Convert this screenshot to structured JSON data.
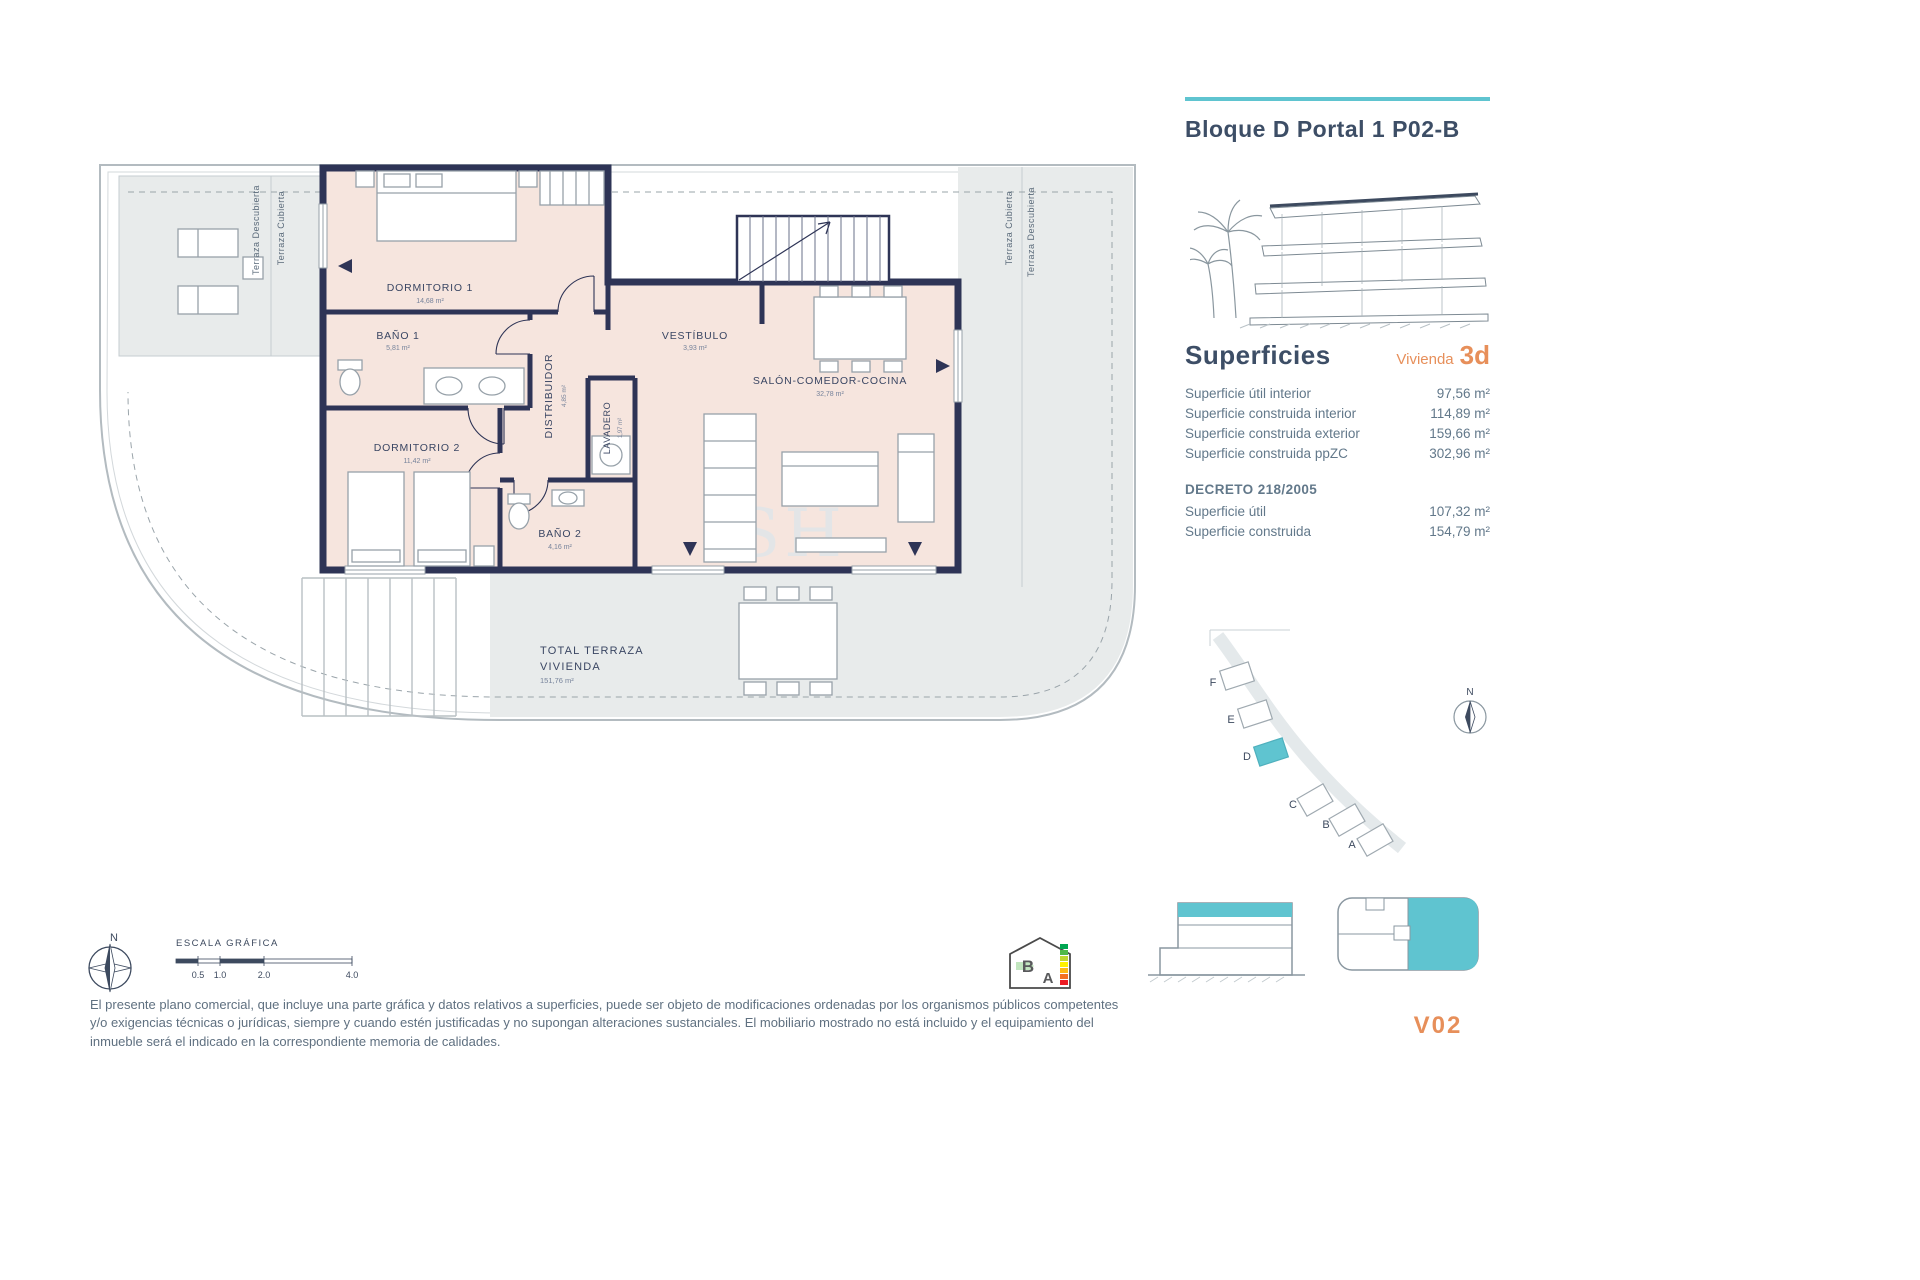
{
  "header": {
    "title": "Bloque D Portal 1 P02-B"
  },
  "superficies": {
    "heading": "Superficies",
    "vivienda_label": "Vivienda",
    "vivienda_type": "3d",
    "rows": [
      {
        "label": "Superficie útil interior",
        "value": "97,56 m²"
      },
      {
        "label": "Superficie construida interior",
        "value": "114,89 m²"
      },
      {
        "label": "Superficie construida exterior",
        "value": "159,66 m²"
      },
      {
        "label": "Superficie construida ppZC",
        "value": "302,96 m²"
      }
    ],
    "decreto": {
      "heading": "DECRETO 218/2005",
      "rows": [
        {
          "label": "Superficie útil",
          "value": "107,32 m²"
        },
        {
          "label": "Superficie construida",
          "value": "154,79 m²"
        }
      ]
    }
  },
  "floorplan": {
    "rooms": [
      {
        "name": "DORMITORIO 1",
        "area": "14,68 m²"
      },
      {
        "name": "BAÑO 1",
        "area": "5,81 m²"
      },
      {
        "name": "DORMITORIO 2",
        "area": "11,42 m²"
      },
      {
        "name": "BAÑO 2",
        "area": "4,16 m²"
      },
      {
        "name": "DISTRIBUIDOR",
        "area": "4,85 m²"
      },
      {
        "name": "LAVADERO",
        "area": "1,97 m²"
      },
      {
        "name": "VESTÍBULO",
        "area": "3,93 m²"
      },
      {
        "name": "SALÓN-COMEDOR-COCINA",
        "area": "32,78 m²"
      }
    ],
    "total_terraza": {
      "line1": "TOTAL  TERRAZA",
      "line2": "VIVIENDA",
      "area": "151,76 m²"
    },
    "side_labels": [
      "Terraza Descubierta",
      "Terraza Cubierta",
      "Terraza Cubierta",
      "Terraza Descubierta"
    ],
    "watermark": "SH"
  },
  "site_plan": {
    "blocks": [
      "F",
      "E",
      "D",
      "C",
      "B",
      "A"
    ],
    "highlighted": "D",
    "compass": "N"
  },
  "scale": {
    "label": "ESCALA GRÁFICA",
    "ticks": [
      "0.5",
      "1.0",
      "2.0",
      "4.0"
    ]
  },
  "compass": {
    "north": "N"
  },
  "energy": {
    "letters": [
      "B",
      "A"
    ]
  },
  "unit_code": "V02",
  "colors": {
    "teal": "#5fc4d0",
    "orange": "#e78f5a",
    "navy": "#2e3456"
  },
  "disclaimer": "El presente plano comercial, que incluye una parte gráfica y datos relativos a superficies, puede ser objeto de modificaciones ordenadas por los organismos públicos competentes y/o exigencias técnicas o jurídicas, siempre y cuando estén justificadas y no supongan alteraciones sustanciales. El mobiliario mostrado no está incluido y el equipamiento del inmueble será el indicado en la correspondiente memoria de calidades."
}
